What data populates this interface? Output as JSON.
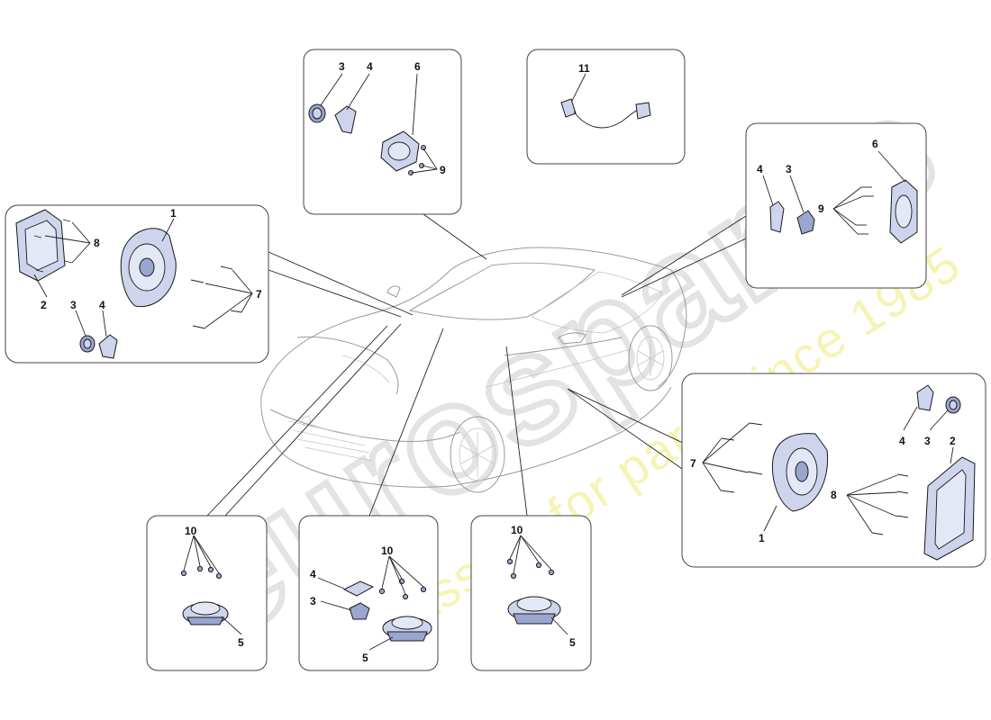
{
  "watermark": {
    "brand": "eurospares",
    "tagline": "a passion for parts since 1985"
  },
  "callouts": {
    "front_door_speaker": "1",
    "spacer_ring": "2",
    "tweeter": "3",
    "tweeter_bracket": "4",
    "midrange_speaker": "5",
    "rear_speaker": "6",
    "screw": "7",
    "spacer_screw": "8",
    "rear_screw": "9",
    "midrange_screw": "10",
    "cable": "11"
  },
  "colors": {
    "part_fill": "#cdd4ec",
    "outline": "#1a1a1a",
    "car_line": "#9a9a9a",
    "watermark_grey": "#e6e6e6",
    "watermark_yellow": "#f4f0a8"
  }
}
